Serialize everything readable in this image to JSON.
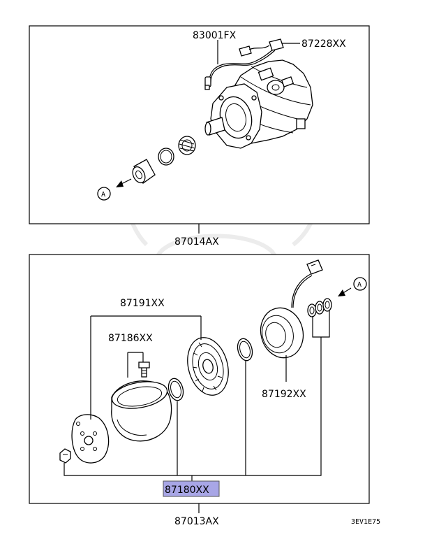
{
  "labels": {
    "p83001": "83001FX",
    "p87228": "87228XX",
    "p87014": "87014AX",
    "p87191": "87191XX",
    "p87186": "87186XX",
    "p87192": "87192XX",
    "p87180": "87180XX",
    "p87013": "87013AX",
    "ref_a": "A",
    "code": "3EV1E75"
  },
  "colors": {
    "highlight": "#a8a6e6",
    "watermark": "#ececec",
    "line": "#000000"
  }
}
